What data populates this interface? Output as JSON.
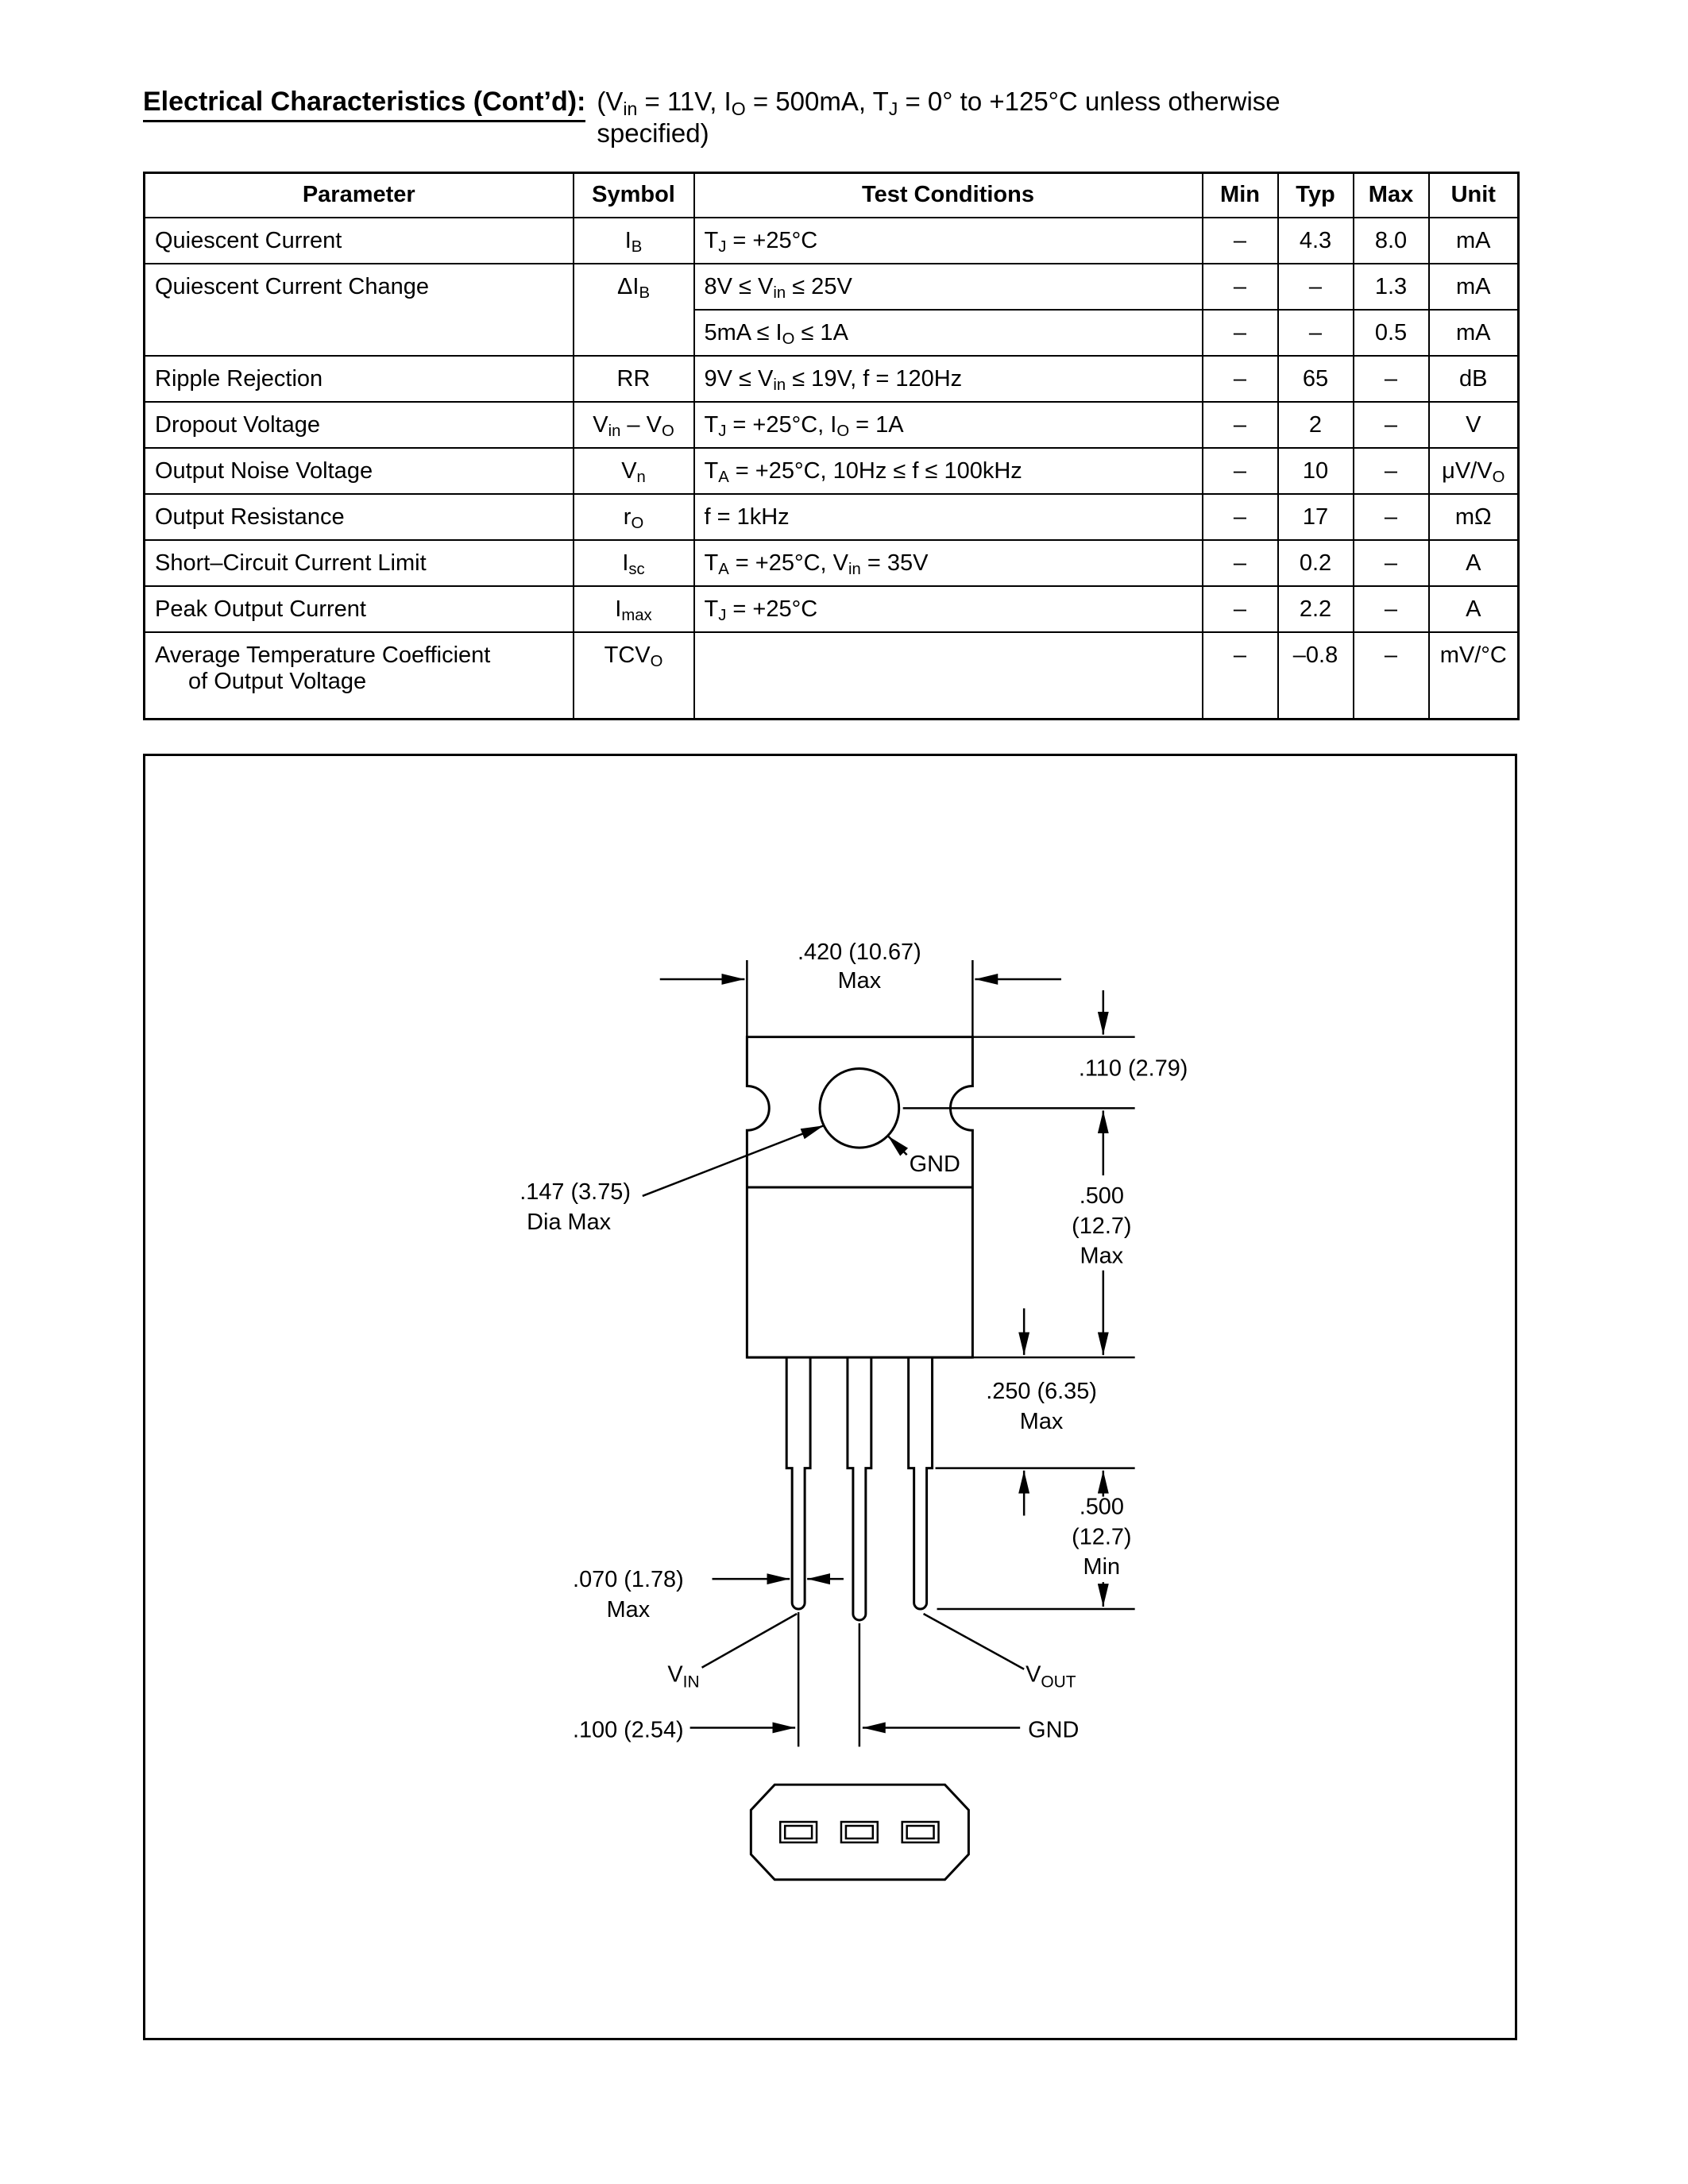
{
  "header": {
    "title": "Electrical Characteristics (Cont’d):",
    "conditions_line1": "(V_in_ = 11V, I_O_ = 500mA, T_J_ = 0° to +125°C unless otherwise",
    "conditions_line2": "specified)"
  },
  "table": {
    "headers": [
      "Parameter",
      "Symbol",
      "Test Conditions",
      "Min",
      "Typ",
      "Max",
      "Unit"
    ],
    "rows": [
      {
        "parameter": [
          "Quiescent Current"
        ],
        "symbol": "I_B_",
        "conditions": "T_J_ = +25°C",
        "min": "–",
        "typ": "4.3",
        "max": "8.0",
        "unit": "mA"
      },
      {
        "parameter": [
          "Quiescent Current Change"
        ],
        "param_rowspan": 2,
        "symbol": "ΔI_B_",
        "conditions": "8V ≤ V_in_ ≤ 25V",
        "min": "–",
        "typ": "–",
        "max": "1.3",
        "unit": "mA"
      },
      {
        "conditions": "5mA ≤ I_O_ ≤ 1A",
        "min": "–",
        "typ": "–",
        "max": "0.5",
        "unit": "mA"
      },
      {
        "parameter": [
          "Ripple Rejection"
        ],
        "symbol": "RR",
        "conditions": "9V ≤ V_in_ ≤ 19V, f = 120Hz",
        "min": "–",
        "typ": "65",
        "max": "–",
        "unit": "dB"
      },
      {
        "parameter": [
          "Dropout Voltage"
        ],
        "symbol": "V_in_ – V_O_",
        "conditions": "T_J_ = +25°C, I_O_ = 1A",
        "min": "–",
        "typ": "2",
        "max": "–",
        "unit": "V"
      },
      {
        "parameter": [
          "Output Noise Voltage"
        ],
        "symbol": "V_n_",
        "conditions": "T_A_ = +25°C, 10Hz ≤ f ≤ 100kHz",
        "min": "–",
        "typ": "10",
        "max": "–",
        "unit": "μV/V_O_"
      },
      {
        "parameter": [
          "Output Resistance"
        ],
        "symbol": "r_O_",
        "conditions": "f = 1kHz",
        "min": "–",
        "typ": "17",
        "max": "–",
        "unit": "mΩ"
      },
      {
        "parameter": [
          "Short–Circuit Current Limit"
        ],
        "symbol": "I_sc_",
        "conditions": "T_A_ = +25°C, V_in_ = 35V",
        "min": "–",
        "typ": "0.2",
        "max": "–",
        "unit": "A"
      },
      {
        "parameter": [
          "Peak Output Current"
        ],
        "symbol": "I_max_",
        "conditions": "T_J_ = +25°C",
        "min": "–",
        "typ": "2.2",
        "max": "–",
        "unit": "A"
      },
      {
        "parameter": [
          "Average Temperature Coefficient",
          "of Output Voltage"
        ],
        "symbol": "TCV_O_",
        "conditions": "",
        "min": "–",
        "typ": "–0.8",
        "max": "–",
        "unit": "mV/°C"
      }
    ]
  },
  "drawing": {
    "dim_width": ".420 (10.67)",
    "dim_width_qual": "Max",
    "dim_hole_offset": ".110 (2.79)",
    "gnd_tab_label": "GND",
    "dim_hole_dia": ".147 (3.75)",
    "dim_hole_dia_qual": "Dia Max",
    "dim_body_height": ".500",
    "dim_body_height_mm": "(12.7)",
    "dim_body_height_qual": "Max",
    "dim_shoulder": ".250 (6.35)",
    "dim_shoulder_qual": "Max",
    "dim_lead_length": ".500",
    "dim_lead_length_mm": "(12.7)",
    "dim_lead_length_qual": "Min",
    "dim_lead_width": ".070 (1.78)",
    "dim_lead_width_qual": "Max",
    "dim_lead_pitch": ".100 (2.54)",
    "pin_vin_base": "V",
    "pin_vin_sub": "IN",
    "pin_vout_base": "V",
    "pin_vout_sub": "OUT",
    "pin_gnd": "GND"
  }
}
